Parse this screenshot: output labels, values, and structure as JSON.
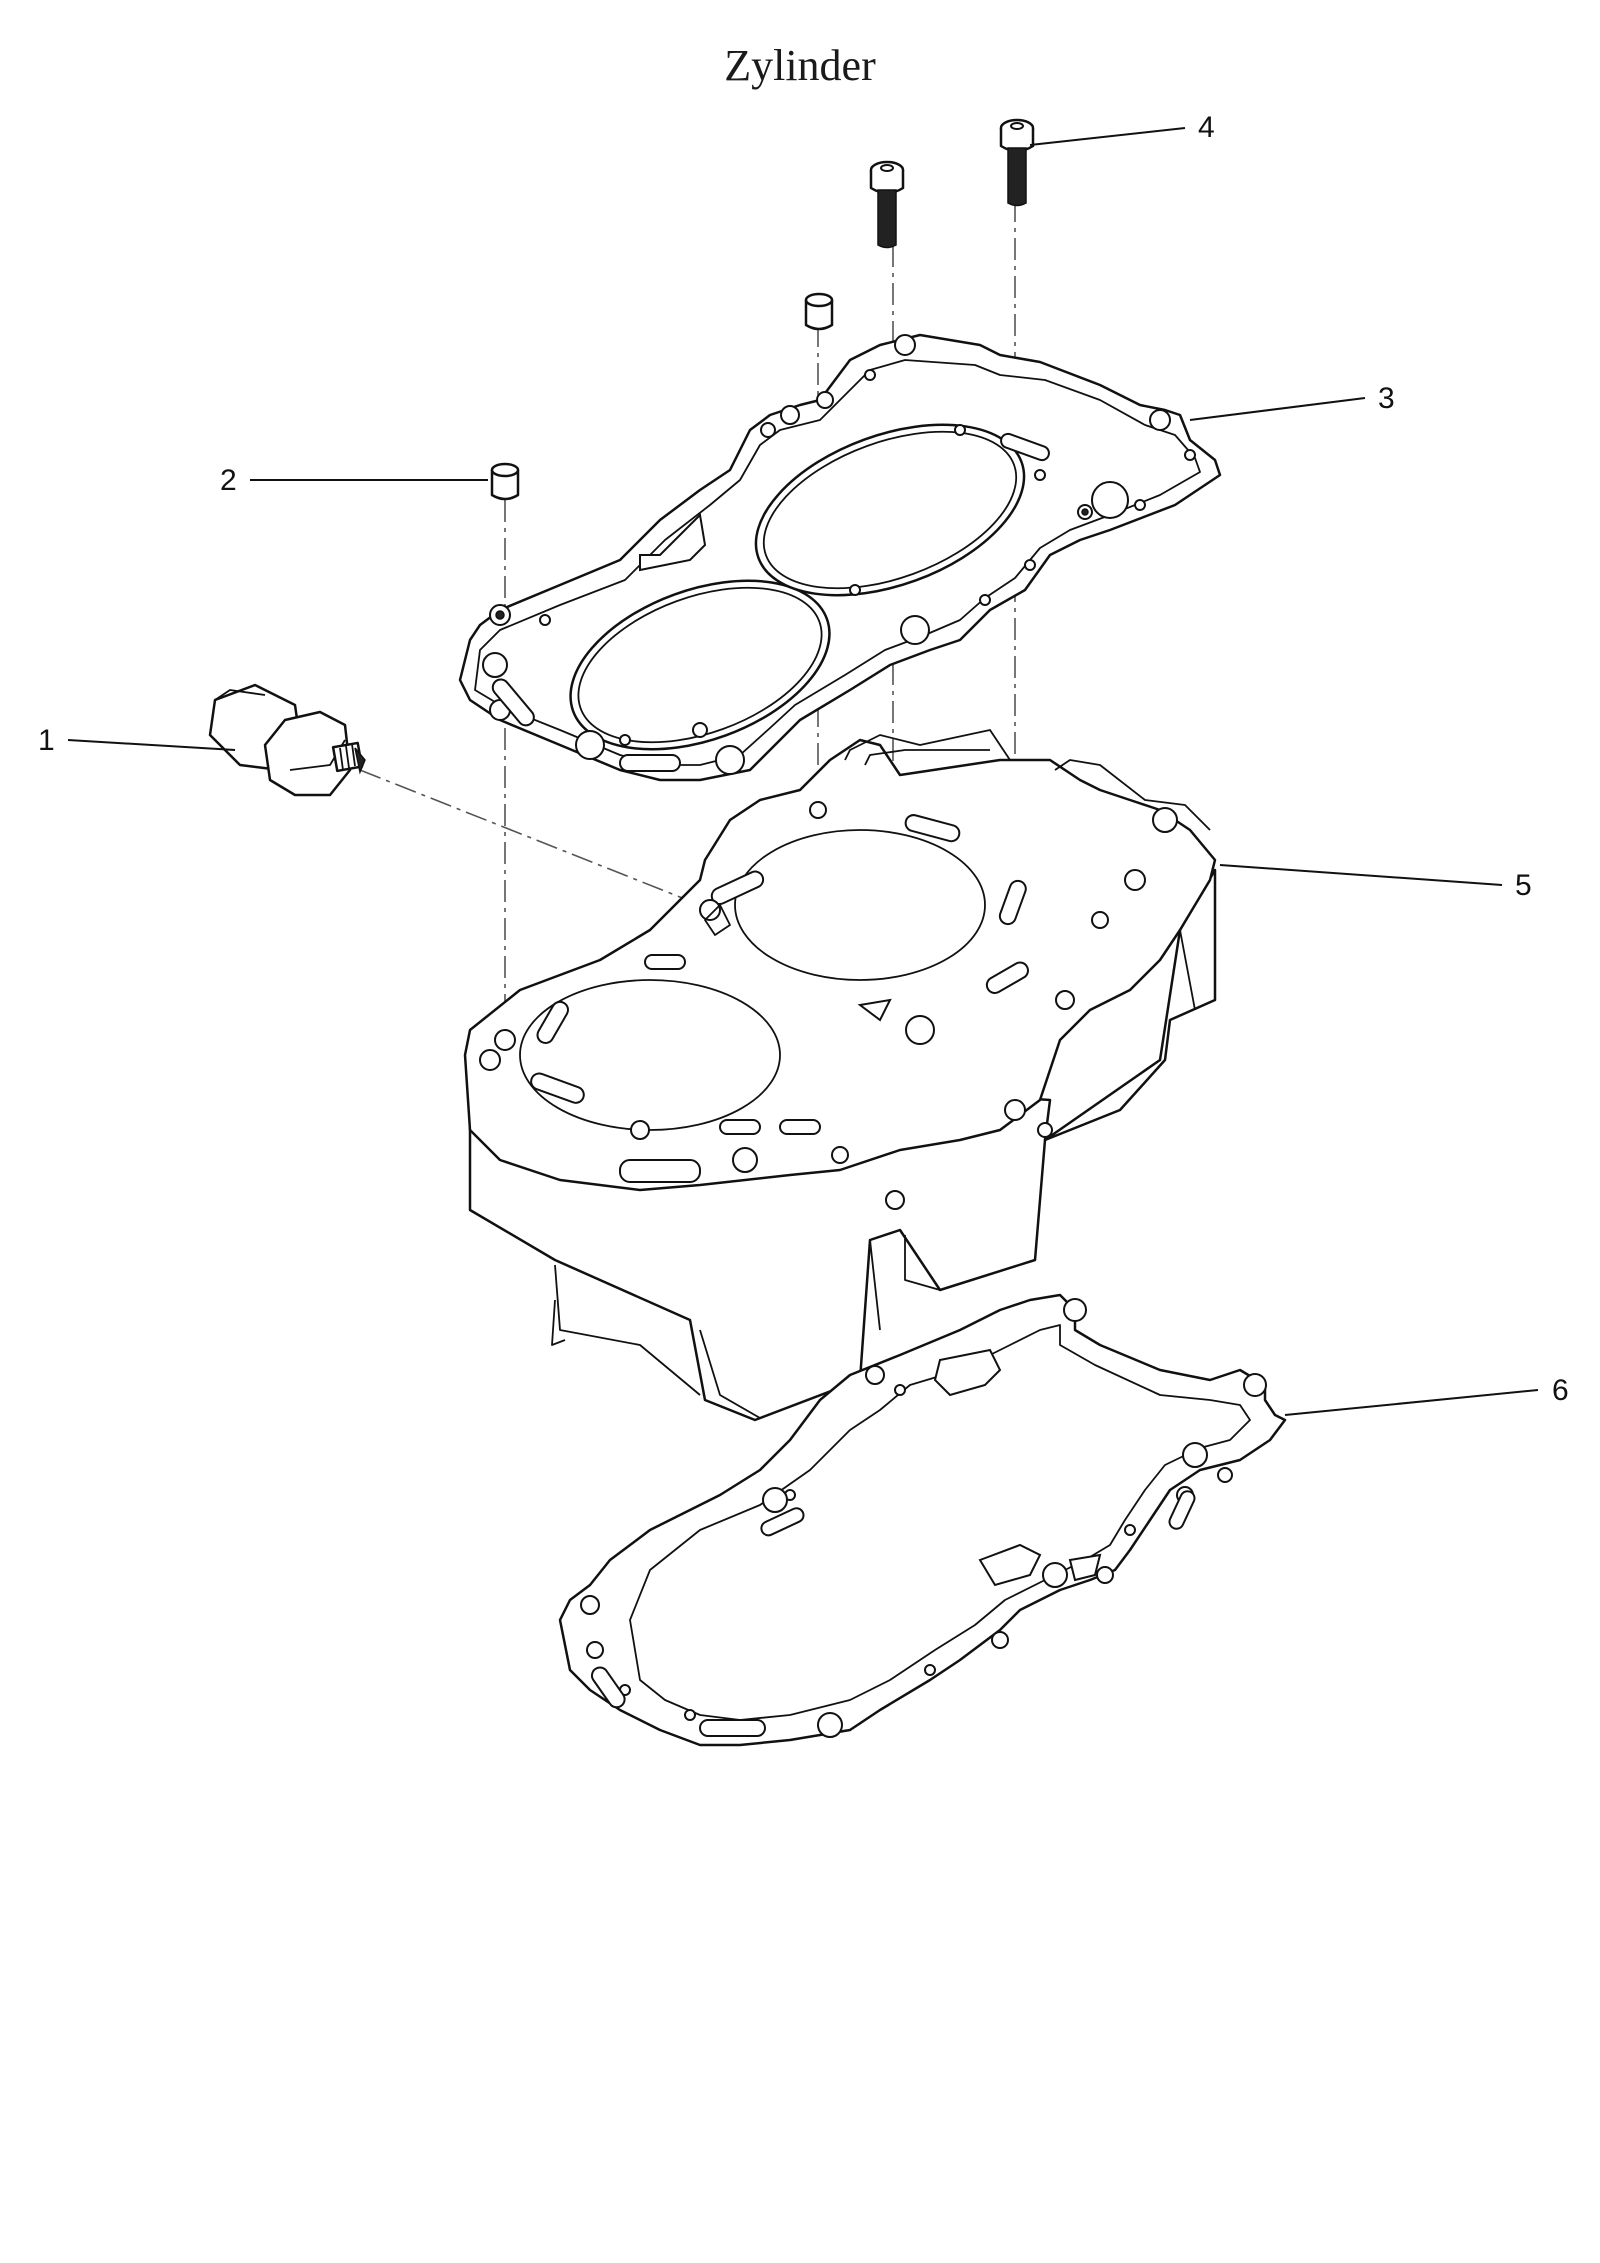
{
  "title": "Zylinder",
  "callouts": [
    {
      "id": "1",
      "label": "1"
    },
    {
      "id": "2",
      "label": "2"
    },
    {
      "id": "3",
      "label": "3"
    },
    {
      "id": "4",
      "label": "4"
    },
    {
      "id": "5",
      "label": "5"
    },
    {
      "id": "6",
      "label": "6"
    }
  ]
}
